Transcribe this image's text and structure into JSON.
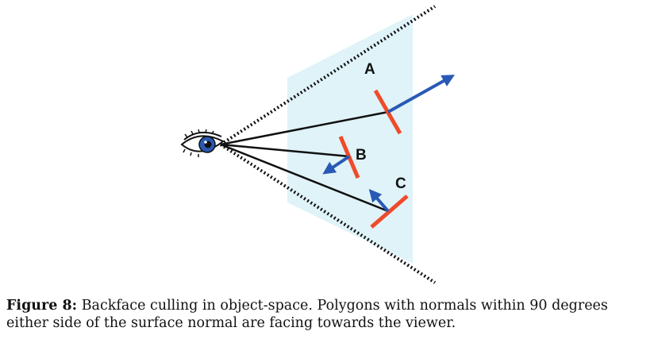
{
  "diagram": {
    "polygons": [
      {
        "label": "A",
        "normal": "facing-away"
      },
      {
        "label": "B",
        "normal": "facing-viewer"
      },
      {
        "label": "C",
        "normal": "facing-viewer"
      }
    ],
    "colors": {
      "view_region": "#dff3f8",
      "polygon": "#f04a2a",
      "normal_arrow": "#2a59b5",
      "sight_line": "#111111",
      "frustum_edge": "#111111",
      "eye_iris": "#2a59b5"
    },
    "icons": {
      "viewer": "eye-icon"
    }
  },
  "caption": {
    "label": "Figure 8:",
    "text": " Backface culling in object-space. Polygons with normals within 90 degrees either side of the surface normal are facing towards the viewer."
  }
}
